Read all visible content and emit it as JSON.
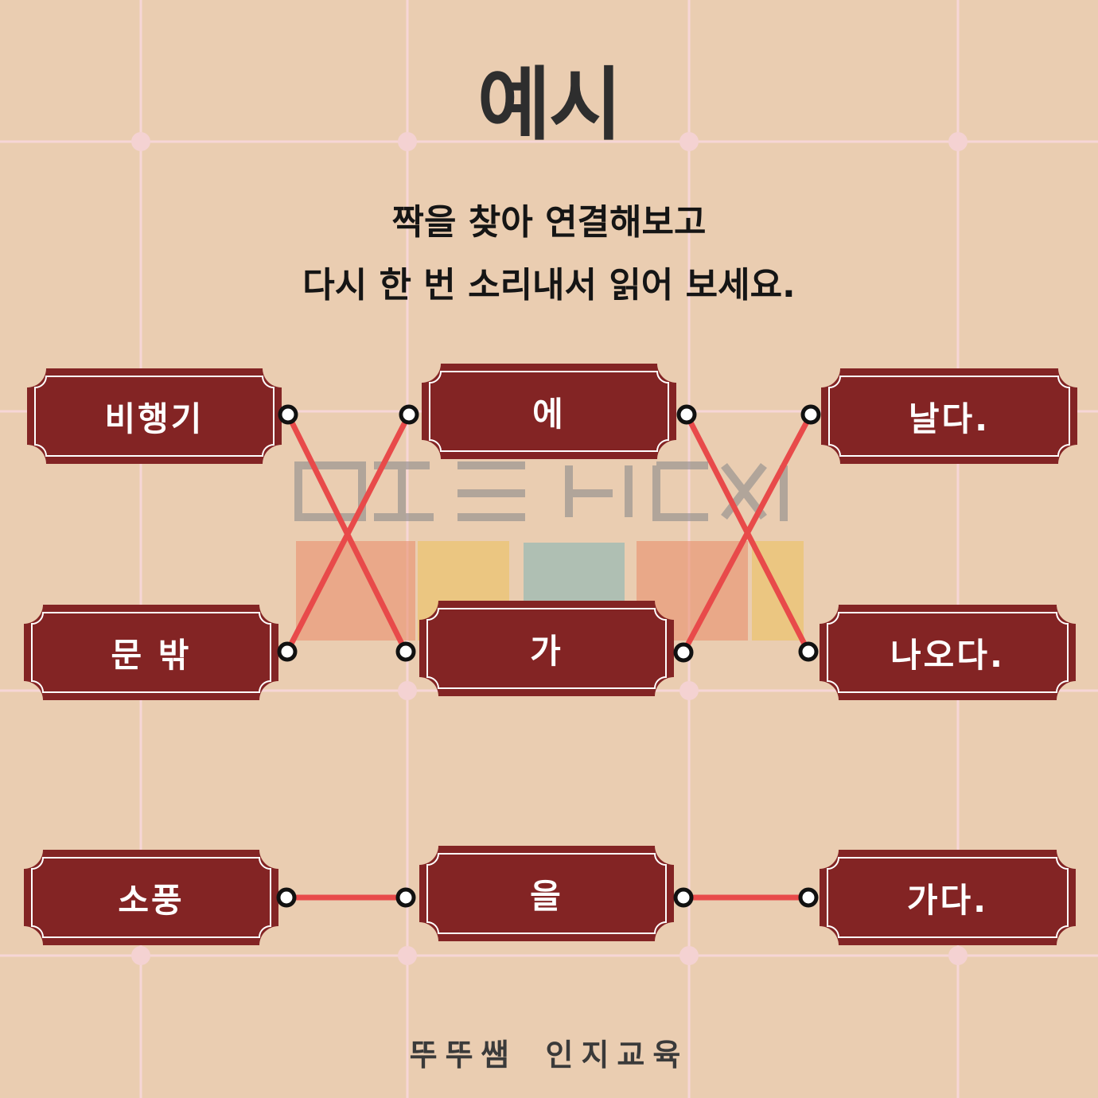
{
  "title": "예시",
  "instructions": [
    "짝을 찾아 연결해보고",
    "다시 한 번 소리내서 읽어 보세요."
  ],
  "cards": {
    "left": [
      "비행기",
      "문 밖",
      "소풍"
    ],
    "middle": [
      "에",
      "가",
      "을"
    ],
    "right": [
      "날다.",
      "나오다.",
      "가다."
    ]
  },
  "connections": [
    {
      "from": "비행기",
      "to": "가"
    },
    {
      "from": "문 밖",
      "to": "에"
    },
    {
      "from": "에",
      "to": "나오다."
    },
    {
      "from": "가",
      "to": "날다."
    },
    {
      "from": "소풍",
      "to": "을"
    },
    {
      "from": "을",
      "to": "가다."
    }
  ],
  "footer": {
    "brand": "뚜뚜쌤",
    "category": "인지교육"
  },
  "colors": {
    "background": "#eacdb1",
    "card_fill": "#832424",
    "card_border": "#ffffff",
    "line": "#e84a4a",
    "text_dark": "#2e2e2e"
  }
}
